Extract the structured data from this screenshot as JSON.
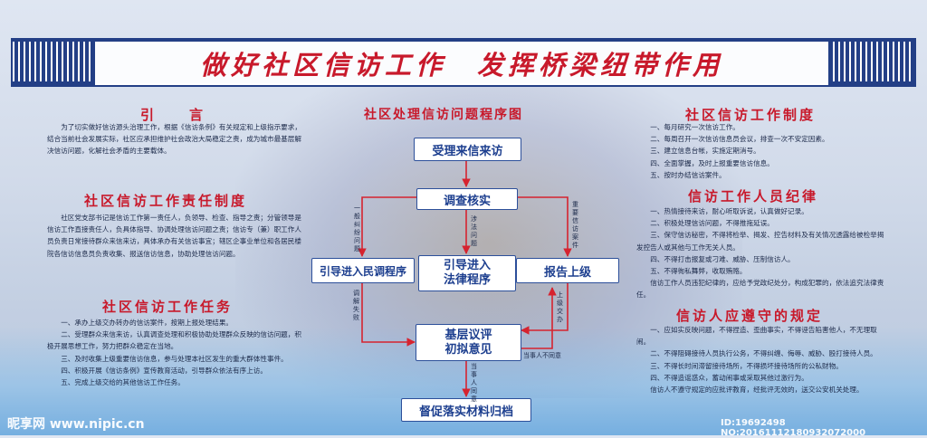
{
  "header": {
    "title": "做好社区信访工作　发挥桥梁纽带作用"
  },
  "intro": {
    "title": "引　　言",
    "text": "为了切实做好信访源头治理工作，根据《信访条例》有关规定和上级指示要求，结合当前社会发展实际，社区应承担维护社会政治大局稳定之责，成为城市最基层解决信访问题，化解社会矛盾的主要载体。"
  },
  "responsibility": {
    "title": "社区信访工作责任制度",
    "text": "社区党支部书记是信访工作第一责任人，负领导、检查、指导之责；分管领导是信访工作直接责任人，负具体指导、协调处理信访问题之责；信访专（兼）职工作人员负责日常接待群众来信来访，具体承办有关信访事宜；辖区企事业单位和各居民楼院各信访信息员负责收集、报送信访信息，协助处理信访问题。"
  },
  "tasks": {
    "title": "社区信访工作任务",
    "items": [
      "一、承办上级交办转办的信访案件，按期上报处理结果。",
      "二、受理群众来信来访，认真调查处理和积极协助处理群众反映的信访问题，积极开展思想工作，努力把群众稳定在当地。",
      "三、及时收集上级重要信访信息，参与处理本社区发生的重大群体性事件。",
      "四、积极开展《信访条例》宣传教育活动，引导群众依法有序上访。",
      "五、完成上级交给的其他信访工作任务。"
    ]
  },
  "flow": {
    "title": "社区处理信访问题程序图",
    "boxes": {
      "receive": "受理来信来访",
      "investigate": "调查核实",
      "mediate": "引导进入民调程序",
      "legal_line1": "引导进入",
      "legal_line2": "法律程序",
      "report": "报告上级",
      "review_line1": "基层议评",
      "review_line2": "初拟意见",
      "supervise": "督促落实材料归档"
    },
    "edge_labels": {
      "general": "一般纠纷问题",
      "legal": "涉法问题",
      "major": "重要信访案件",
      "mediate_fail": "调解失败",
      "upper": "上级交办",
      "disagree": "当事人不同意",
      "agree": "当事人同意"
    }
  },
  "system": {
    "title": "社区信访工作制度",
    "items": [
      "一、每月研究一次信访工作。",
      "二、每周召开一次信访信息员会议，排查一次不安定因素。",
      "三、建立信息台帐，实施定期消号。",
      "四、全面掌握，及时上报重要信访信息。",
      "五、按时办结信访案件。"
    ]
  },
  "discipline": {
    "title": "信访工作人员纪律",
    "items": [
      "一、热情接待来访，耐心听取诉说，认真做好记录。",
      "二、积极处理信访问题，不得推拖延误。",
      "三、保守信访秘密，不得将检举、揭发、控告材料及有关情况透露给被检举揭发控告人或其他与工作无关人员。",
      "四、不得打击报复或刁难、威胁、压制信访人。",
      "五、不得徇私舞弊，收取贿赂。",
      "信访工作人员违犯纪律的，应给予党政纪处分，构成犯罪的，依法追究法律责任。"
    ]
  },
  "rules": {
    "title": "信访人应遵守的规定",
    "items": [
      "一、应如实反映问题，不得捏造、歪曲事实，不得诬告陷害他人，不无理取闹。",
      "二、不得阻碍接待人员执行公务，不得纠缠、侮辱、威胁、殴打接待人员。",
      "三、不得长时间滞留接待场所，不得损坏接待场所的公私财物。",
      "四、不得造谣惑众，蓄动闹事或采取其他过激行为。",
      "信访人不遵守规定的应批评教育，经批评无效的，送交公安机关处理。"
    ]
  },
  "watermark": {
    "site": "昵享网 www.nipic.cn",
    "id": "ID:19692498 NO:20161112180932072000"
  }
}
